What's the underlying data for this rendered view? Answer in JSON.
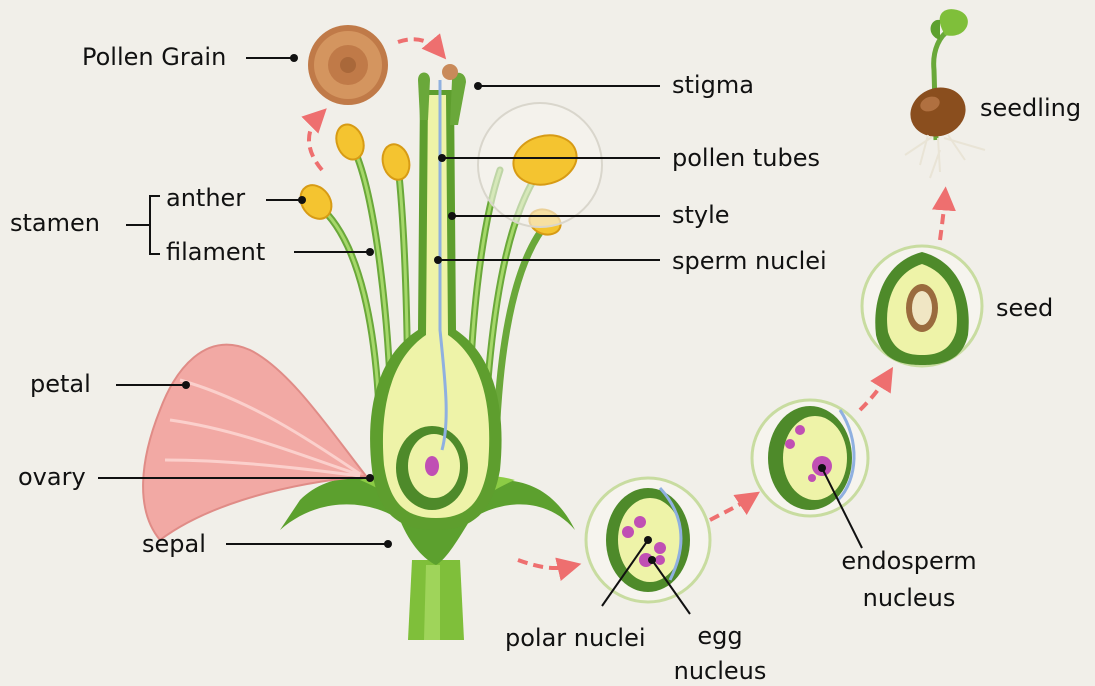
{
  "labels": {
    "pollen_grain": "Pollen Grain",
    "stamen": "stamen",
    "anther": "anther",
    "filament": "filament",
    "petal": "petal",
    "ovary": "ovary",
    "sepal": "sepal",
    "stigma": "stigma",
    "pollen_tubes": "pollen tubes",
    "style": "style",
    "sperm_nuclei": "sperm nuclei",
    "polar_nuclei": "polar nuclei",
    "egg_nucleus_line1": "egg",
    "egg_nucleus_line2": "nucleus",
    "endosperm_line1": "endosperm",
    "endosperm_line2": "nucleus",
    "seed": "seed",
    "seedling": "seedling"
  },
  "colors": {
    "background": "#f1efe9",
    "stem_green": "#7fbf3a",
    "dark_green": "#4e8a2a",
    "ovary_yellow": "#eef3a8",
    "anther_yellow": "#f4c430",
    "petal_pink": "#f2a9a4",
    "pollen_brown": "#c07a48",
    "arrow_red": "#ee6f6f",
    "nuclei_purple": "#c04fb4"
  }
}
